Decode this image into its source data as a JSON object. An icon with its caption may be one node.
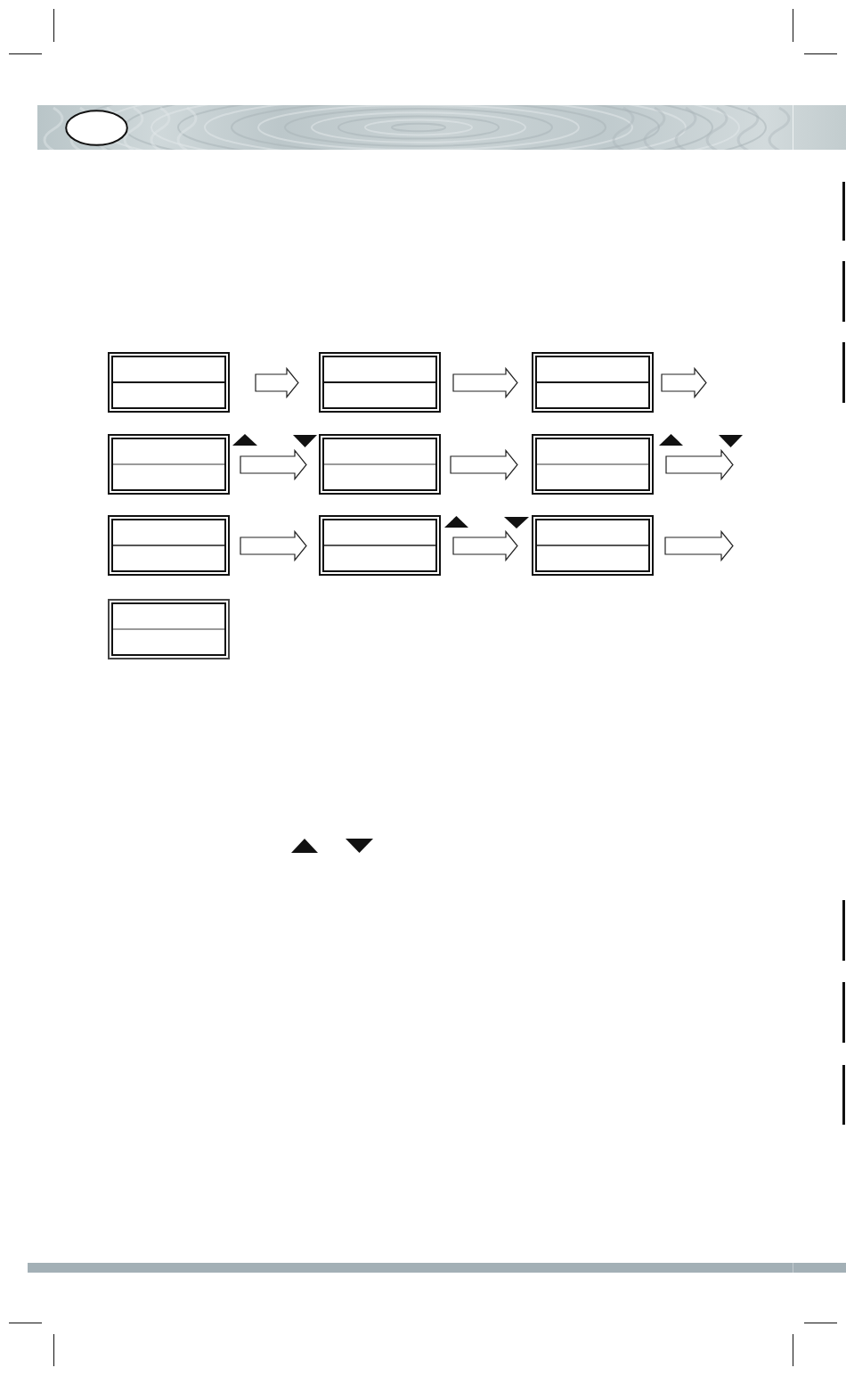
{
  "diagram": {
    "nodes": [
      {
        "text": [],
        "shape": "box"
      },
      {
        "text": [],
        "shape": "box"
      },
      {
        "text": [],
        "shape": "box"
      },
      {
        "text": [],
        "shape": "box"
      },
      {
        "text": [],
        "shape": "box"
      },
      {
        "text": [],
        "shape": "box"
      },
      {
        "text": [],
        "shape": "box"
      },
      {
        "text": [],
        "shape": "box"
      },
      {
        "text": [],
        "shape": "box"
      },
      {
        "text": [],
        "shape": "box"
      }
    ],
    "edges": [
      {
        "from": 0,
        "to": 1,
        "arrow": "to"
      },
      {
        "from": 1,
        "to": 2,
        "arrow": "to"
      },
      {
        "from": 2,
        "to": null,
        "arrow": "to"
      },
      {
        "from": 3,
        "to": 4,
        "arrow": "to"
      },
      {
        "from": 4,
        "to": 5,
        "arrow": "to"
      },
      {
        "from": 5,
        "to": null,
        "arrow": "to"
      },
      {
        "from": 6,
        "to": 7,
        "arrow": "to"
      },
      {
        "from": 7,
        "to": 8,
        "arrow": "to"
      },
      {
        "from": 8,
        "to": null,
        "arrow": "to"
      }
    ]
  }
}
